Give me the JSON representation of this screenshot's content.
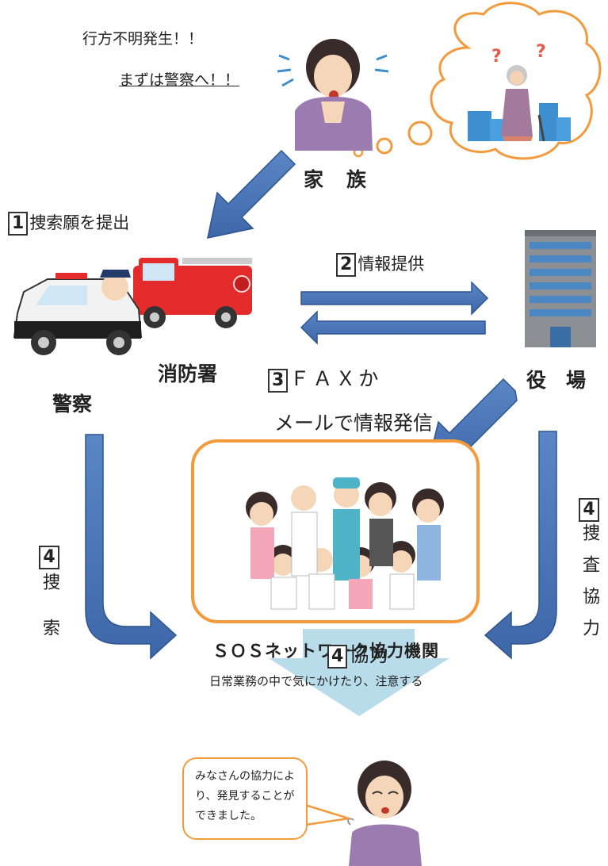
{
  "family_speech": {
    "line1": "行方不明発生！！",
    "line2": "まずは警察へ！！"
  },
  "family": "家　族",
  "step1": {
    "num": "1",
    "label": "捜索願を提出"
  },
  "step2": {
    "num": "2",
    "label": "情報提供"
  },
  "step3": {
    "num": "3",
    "line1": "ＦＡＸか",
    "line2": "メールで情報発信"
  },
  "fire": "消防署",
  "police": "警察",
  "office": "役　場",
  "search": {
    "num": "4",
    "label": "捜索"
  },
  "investigate": {
    "num": "4",
    "label": "捜査協力"
  },
  "network": {
    "title": "ＳＯＳネットワーク協力機関",
    "desc": "日常業務の中で気にかけたり、注意する"
  },
  "cooperate": {
    "num": "4",
    "label": "協力"
  },
  "thanks": "みなさんの協力により、発見することができました。",
  "colors": {
    "arrow": "#4a74b4",
    "arrow_dark": "#2f558f",
    "orange": "#f39a3c",
    "light_blue": "#b9dcea"
  }
}
